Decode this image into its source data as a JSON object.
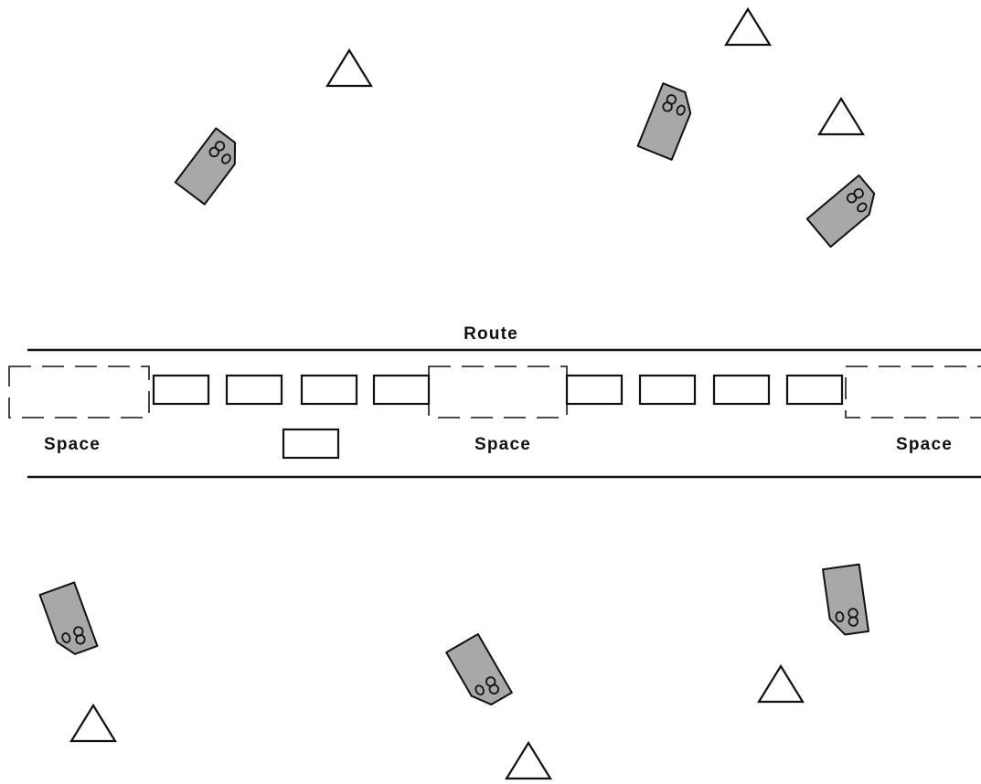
{
  "route": {
    "title": "Route",
    "space_labels": [
      "Space",
      "Space",
      "Space"
    ]
  },
  "colors": {
    "stroke": "#111111",
    "vehicle_fill": "#a8a8a8",
    "background": "#ffffff"
  },
  "symbols": {
    "vehicle": "tracked-vehicle-icon",
    "obstacle": "triangle-marker-icon",
    "convoy_unit": "convoy-vehicle-rectangle",
    "gap": "dashed-space-box"
  }
}
